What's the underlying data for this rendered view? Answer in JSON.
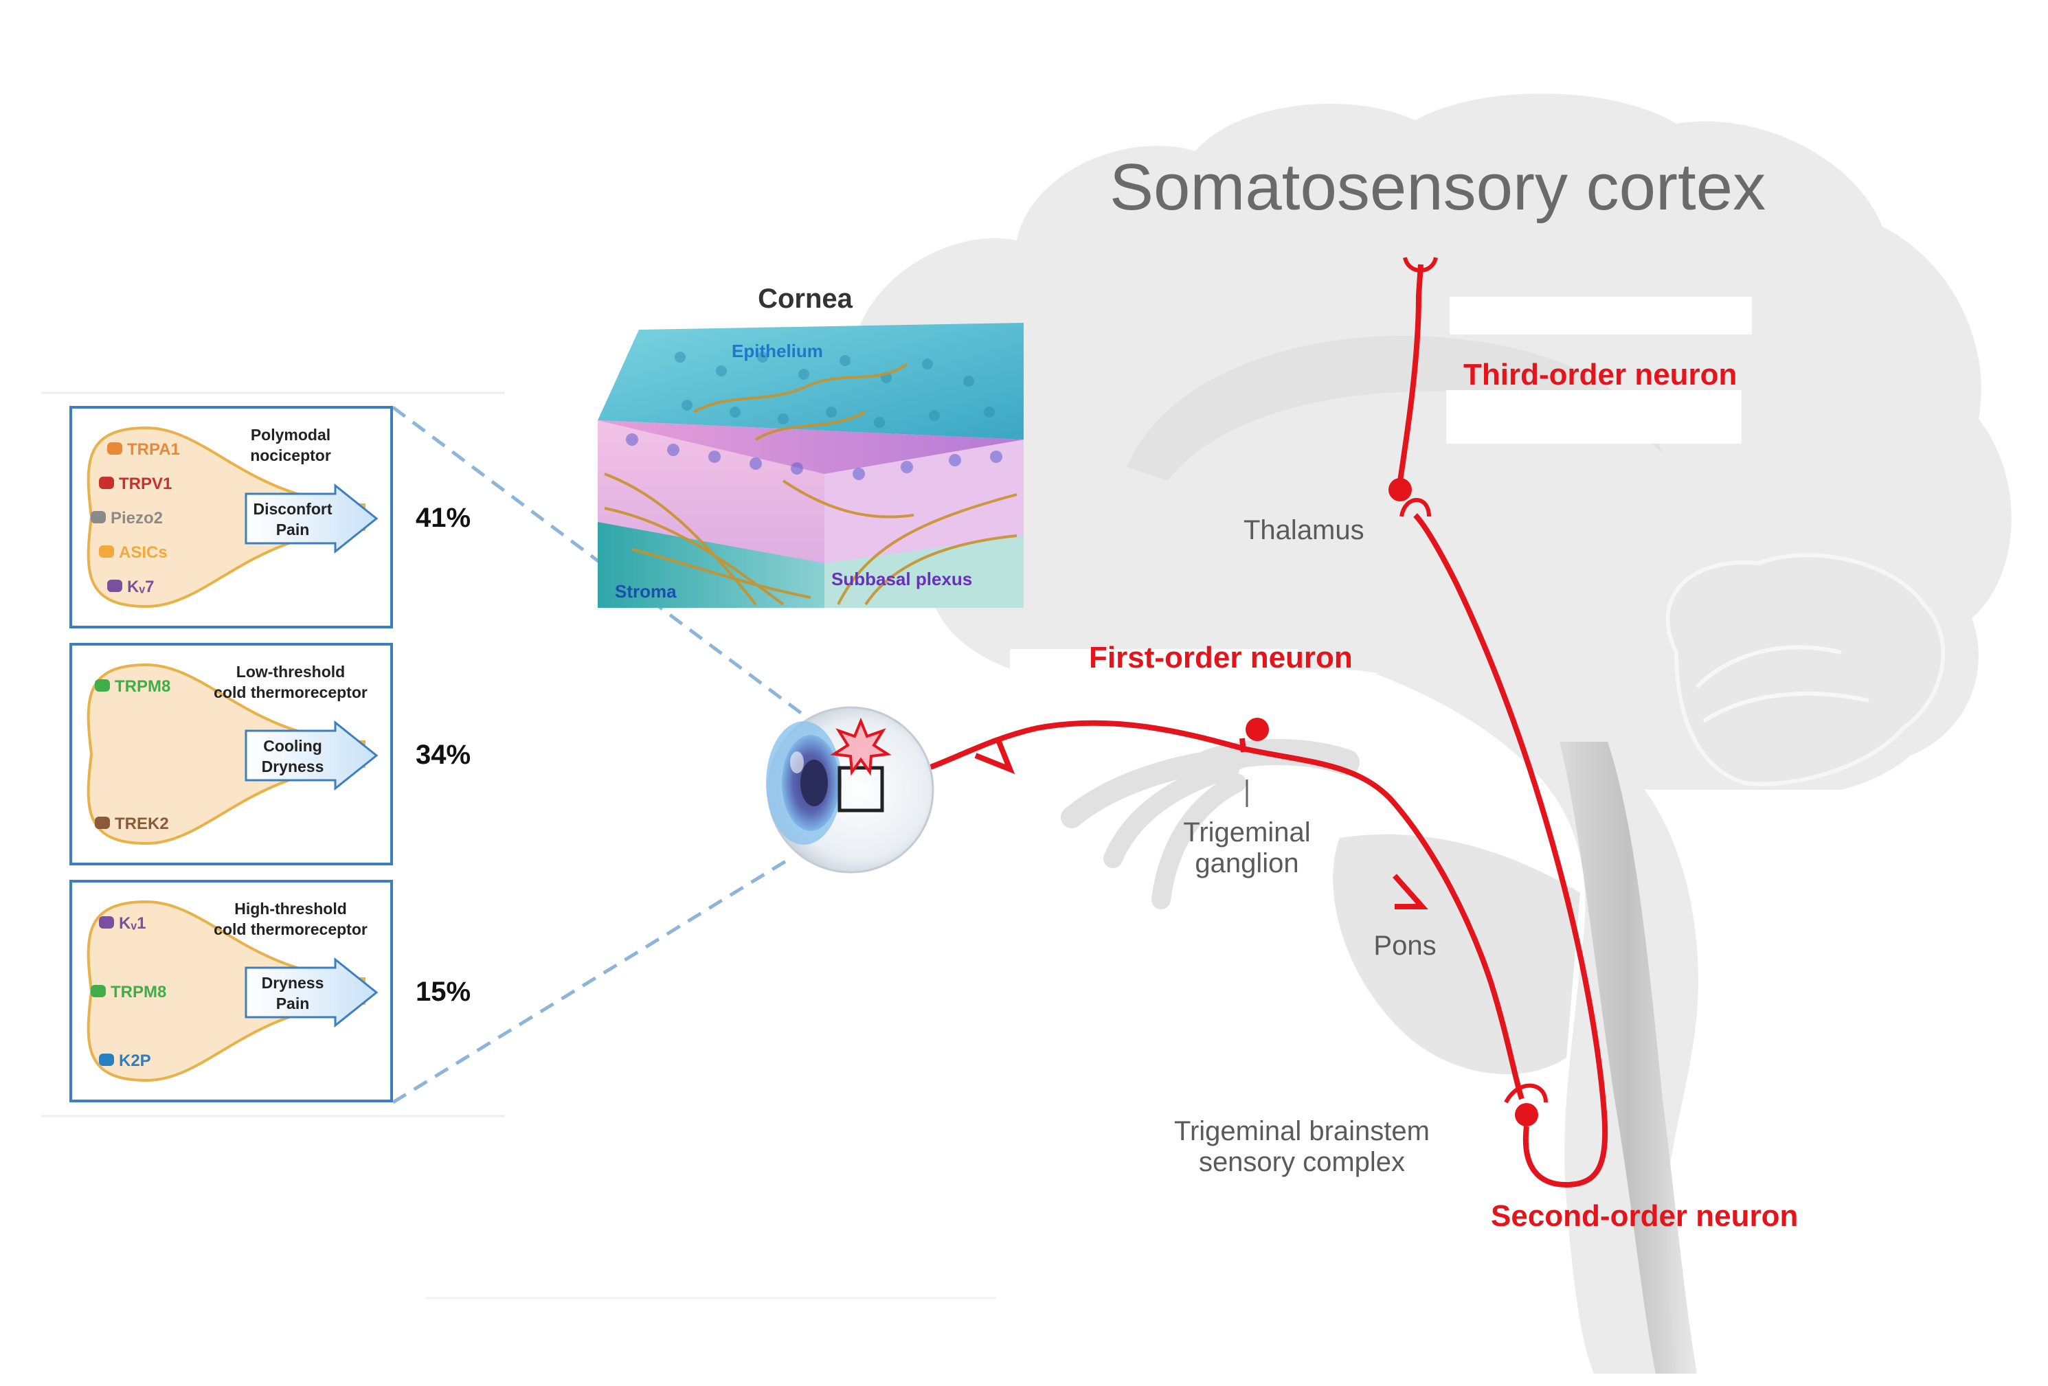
{
  "title": "Somatosensory cortex",
  "cornea": {
    "title": "Cornea",
    "layers": {
      "epithelium": "Epithelium",
      "stroma": "Stroma",
      "plexus": "Subbasal plexus"
    }
  },
  "neurons": {
    "first": "First-order neuron",
    "second": "Second-order neuron",
    "third": "Third-order neuron"
  },
  "structures": {
    "thalamus": "Thalamus",
    "ganglion_line1": "Trigeminal",
    "ganglion_line2": "ganglion",
    "pons": "Pons",
    "brainstem_line1": "Trigeminal brainstem",
    "brainstem_line2": "sensory complex"
  },
  "receptors": [
    {
      "type_line1": "Polymodal",
      "type_line2": "nociceptor",
      "channels": [
        {
          "label": "TRPA1",
          "color": "#e8893a"
        },
        {
          "label": "TRPV1",
          "color": "#c9302c"
        },
        {
          "label": "Piezo2",
          "color": "#8a8a8a"
        },
        {
          "label": "ASICs",
          "color": "#f0a93a"
        },
        {
          "label": "Kᵥ7",
          "color": "#7a4fa0"
        }
      ],
      "sensation_line1": "Disconfort",
      "sensation_line2": "Pain",
      "percent": "41%"
    },
    {
      "type_line1": "Low-threshold",
      "type_line2": "cold thermoreceptor",
      "channels": [
        {
          "label": "TRPM8",
          "color": "#3fae49"
        },
        {
          "label": "TREK2",
          "color": "#8a5a3a"
        }
      ],
      "sensation_line1": "Cooling",
      "sensation_line2": "Dryness",
      "percent": "34%"
    },
    {
      "type_line1": "High-threshold",
      "type_line2": "cold thermoreceptor",
      "channels": [
        {
          "label": "Kᵥ1",
          "color": "#7a4fa0"
        },
        {
          "label": "TRPM8",
          "color": "#3fae49"
        },
        {
          "label": "K2P",
          "color": "#2a7fc0"
        }
      ],
      "sensation_line1": "Dryness",
      "sensation_line2": "Pain",
      "percent": "15%"
    }
  ],
  "colors": {
    "neuron": "#e3141b",
    "brain": "#ebebeb",
    "panel_border": "#3c7fc0",
    "cell_fill": "#fbe5c8",
    "cell_stroke": "#e8b24a"
  }
}
